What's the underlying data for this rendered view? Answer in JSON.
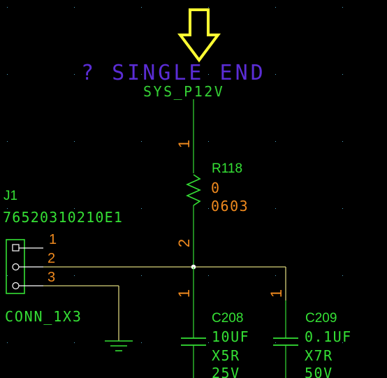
{
  "colors": {
    "background": "#000000",
    "grid": "#4ea7c8",
    "net_label": "#35d235",
    "annotation": "#5b2dd6",
    "pin_number": "#f08a1e",
    "wire": "#d8d27a",
    "part_value": "#f08a1e",
    "arrow": "#ffff33",
    "ref_des": "#35e035",
    "component_body": "#35e035",
    "junction": "#ffffff"
  },
  "annotation": {
    "text": "? SINGLE END"
  },
  "power_net": {
    "name": "SYS_P12V"
  },
  "r118": {
    "ref": "R118",
    "value": "0",
    "package": "0603",
    "pin1": "1",
    "pin2": "2"
  },
  "j1": {
    "ref": "J1",
    "part_number": "76520310210E1",
    "footprint": "CONN_1X3",
    "pins": [
      "1",
      "2",
      "3"
    ]
  },
  "c208": {
    "ref": "C208",
    "value": "10UF",
    "dielectric": "X5R",
    "voltage": "25V",
    "pin1": "1"
  },
  "c209": {
    "ref": "C209",
    "value": "0.1UF",
    "dielectric": "X7R",
    "voltage": "50V",
    "pin1": "1"
  },
  "icons": {
    "arrow": "down-arrow-icon",
    "ground": "ground-symbol-icon",
    "resistor": "resistor-symbol-icon",
    "capacitor": "capacitor-symbol-icon",
    "connector": "connector-symbol-icon"
  }
}
